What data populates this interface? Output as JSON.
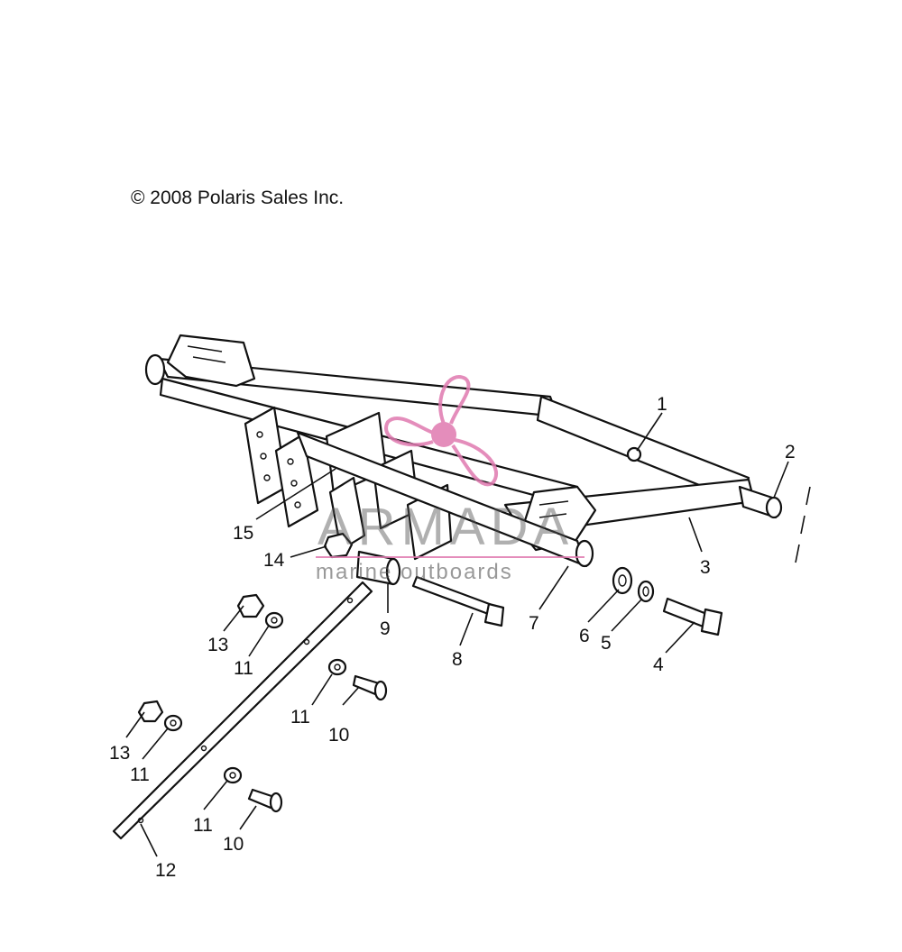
{
  "copyright": "© 2008 Polaris Sales Inc.",
  "watermark": {
    "brand": "ARMADA",
    "tagline": "marine outboards",
    "accent_color": "#e07ab0",
    "icon": "propeller-icon"
  },
  "callouts": [
    {
      "id": "c1",
      "text": "1"
    },
    {
      "id": "c2",
      "text": "2"
    },
    {
      "id": "c3",
      "text": "3"
    },
    {
      "id": "c4",
      "text": "4"
    },
    {
      "id": "c5",
      "text": "5"
    },
    {
      "id": "c6",
      "text": "6"
    },
    {
      "id": "c7",
      "text": "7"
    },
    {
      "id": "c8",
      "text": "8"
    },
    {
      "id": "c9",
      "text": "9"
    },
    {
      "id": "c10a",
      "text": "10"
    },
    {
      "id": "c10b",
      "text": "10"
    },
    {
      "id": "c11a",
      "text": "11"
    },
    {
      "id": "c11b",
      "text": "11"
    },
    {
      "id": "c11c",
      "text": "11"
    },
    {
      "id": "c11d",
      "text": "11"
    },
    {
      "id": "c12",
      "text": "12"
    },
    {
      "id": "c13a",
      "text": "13"
    },
    {
      "id": "c13b",
      "text": "13"
    },
    {
      "id": "c14",
      "text": "14"
    },
    {
      "id": "c15",
      "text": "15"
    }
  ]
}
